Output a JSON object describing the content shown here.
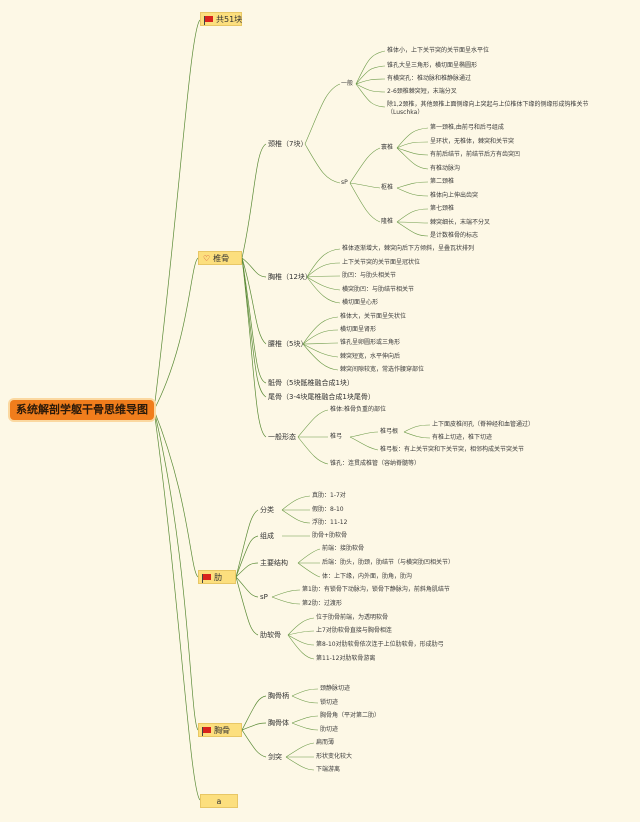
{
  "root": "系统解剖学躯干骨思维导图",
  "total": "共51块",
  "vertebrae": {
    "title": "椎骨",
    "cervical": {
      "title": "颈椎（7块）",
      "general": {
        "title": "一般",
        "items": [
          "椎体小，上下关节突的关节面呈水平位",
          "锥孔大呈三角形，横切面呈椭圆形",
          "有横突孔：椎动脉和椎静脉通过",
          "2-6颈椎棘突短，末端分叉",
          "除1,2颈椎，其他颈椎上面侧缘向上突起与上位椎体下缘的侧缘形成钩椎关节",
          "（Luschka）"
        ]
      },
      "special": {
        "title": "sP",
        "atlas": {
          "title": "寰椎",
          "items": [
            "第一颈椎,由前弓和后弓组成",
            "呈环状，无椎体，棘突和关节突",
            "有前后结节，前结节后方有齿突凹",
            "有椎动脉沟"
          ]
        },
        "axis": {
          "title": "枢椎",
          "items": [
            "第二颈椎",
            "椎体向上伸出齿突"
          ]
        },
        "prominens": {
          "title": "隆椎",
          "items": [
            "第七颈椎",
            "棘突细长，末端不分叉",
            "是计数椎骨的标志"
          ]
        }
      }
    },
    "thoracic": {
      "title": "胸椎（12块）",
      "items": [
        "椎体逐渐增大，棘突向后下方倾斜，呈叠瓦状排列",
        "上下关节突的关节面呈冠状位",
        "肋凹：与肋头相关节",
        "横突肋凹：与肋结节相关节",
        "横切面呈心形"
      ]
    },
    "lumbar": {
      "title": "腰椎（5块）",
      "items": [
        "椎体大，关节面呈矢状位",
        "横切面呈肾形",
        "锥孔呈卵圆形或三角形",
        "棘突短宽，水平伸向后",
        "棘突间隙较宽，常选作腰穿部位"
      ]
    },
    "sacrum": "骶骨（5块骶椎融合成1块）",
    "coccyx": "尾骨（3-4块尾椎融合成1块尾骨）",
    "general_form": {
      "title": "一般形态",
      "body": "椎体:椎骨负重的部位",
      "arch": {
        "title": "椎弓",
        "pedicle": {
          "title": "椎弓根",
          "items": [
            "上下面皮椎间孔（脊神经和血管通过）",
            "有椎上切迹，椎下切迹"
          ]
        },
        "lamina": "椎弓板：有上关节突和下关节突，相邻构成关节突关节"
      },
      "foramen": "锥孔：连贯成椎管（容纳脊髓等）"
    }
  },
  "ribs": {
    "title": "肋",
    "classification": {
      "title": "分类",
      "items": [
        "真肋：1-7对",
        "假肋：8-10",
        "浮肋：11-12"
      ]
    },
    "composition": {
      "title": "组成",
      "value": "肋骨+肋软骨"
    },
    "structure": {
      "title": "主要结构",
      "items": [
        "前端：接肋软骨",
        "后端：肋头，肋颈，肋结节（与横突肋凹相关节）",
        "体：上下缘，内外面，肋角，肋沟"
      ]
    },
    "special": {
      "title": "sP",
      "items": [
        "第1肋：有锁骨下动脉沟，锁骨下静脉沟，前斜角肌结节",
        "第2肋：过渡形"
      ]
    },
    "cartilage": {
      "title": "肋软骨",
      "items": [
        "位于肋骨前端，为透明软骨",
        "上7对肋软骨直接与胸骨相连",
        "第8-10对肋软骨依次连于上位肋软骨，形成肋弓",
        "第11-12对肋软骨游离"
      ]
    }
  },
  "sternum": {
    "title": "胸骨",
    "manubrium": {
      "title": "胸骨柄",
      "items": [
        "颈静脉切迹",
        "锁切迹"
      ]
    },
    "body": {
      "title": "胸骨体",
      "items": [
        "胸骨角（平对第二肋）",
        "肋切迹"
      ]
    },
    "xiphoid": {
      "title": "剑突",
      "items": [
        "扁而薄",
        "形状变化较大",
        "下端游离"
      ]
    }
  },
  "extra": "a"
}
